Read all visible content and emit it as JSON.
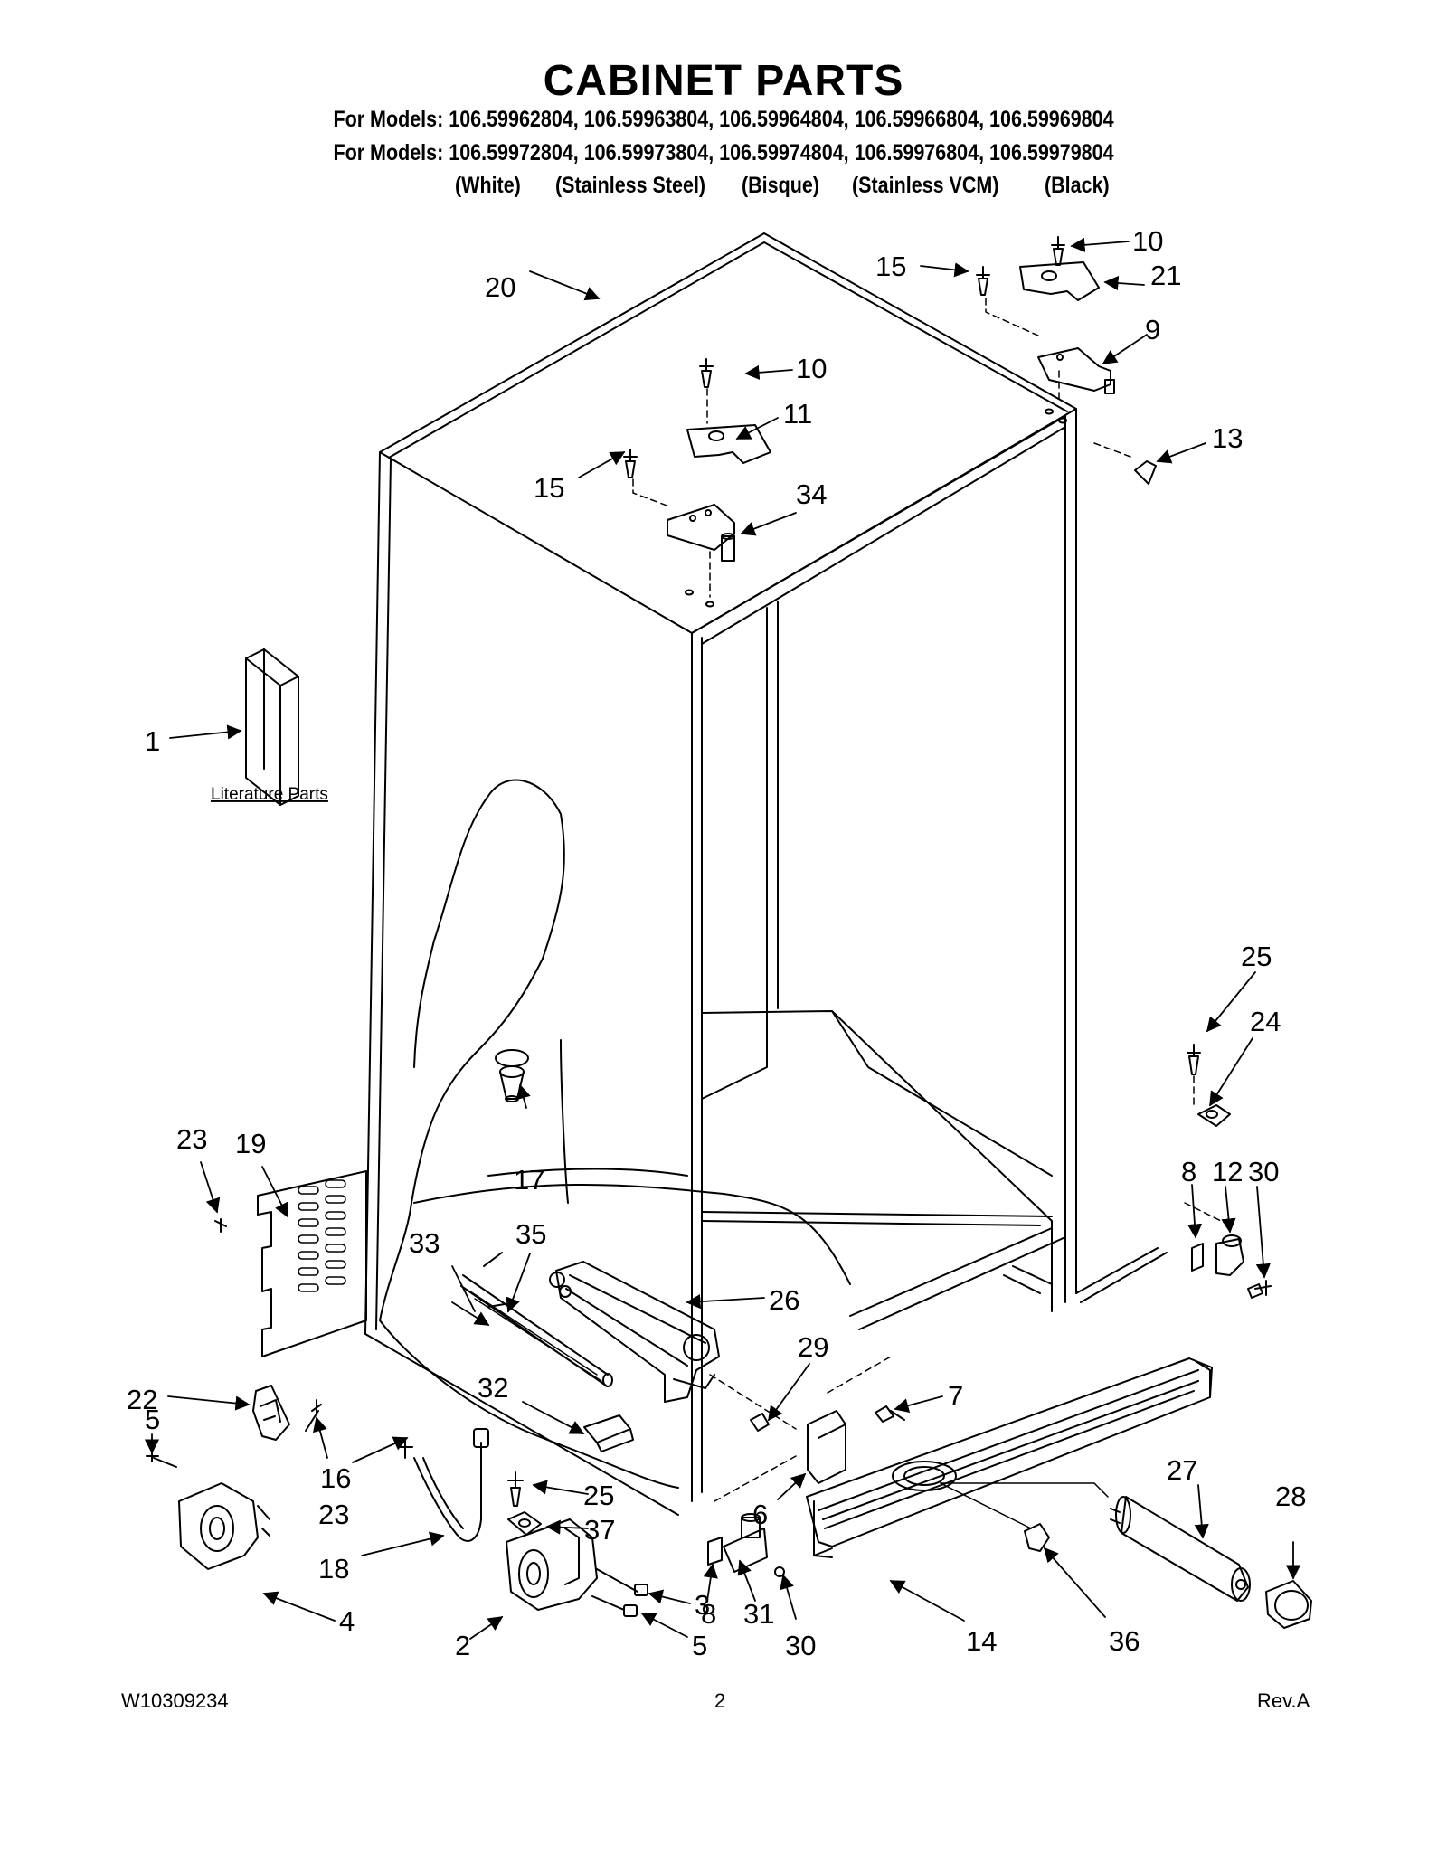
{
  "header": {
    "title": "CABINET PARTS",
    "models_line_1": "For Models: 106.59962804, 106.59963804, 106.59964804, 106.59966804, 106.59969804",
    "models_line_2": "For Models: 106.59972804, 106.59973804, 106.59974804, 106.59976804, 106.59979804",
    "variants": [
      "(White)",
      "(Stainless Steel)",
      "(Bisque)",
      "(Stainless VCM)",
      "(Black)"
    ]
  },
  "diagram": {
    "literature_label": "Literature Parts",
    "callouts": [
      "1",
      "2",
      "3",
      "4",
      "5",
      "5",
      "6",
      "7",
      "8",
      "8",
      "9",
      "10",
      "10",
      "11",
      "12",
      "13",
      "14",
      "15",
      "15",
      "16",
      "17",
      "18",
      "19",
      "20",
      "21",
      "22",
      "23",
      "23",
      "24",
      "25",
      "25",
      "26",
      "27",
      "28",
      "29",
      "30",
      "30",
      "31",
      "32",
      "33",
      "34",
      "35",
      "36",
      "37"
    ]
  },
  "footer": {
    "doc_number": "W10309234",
    "page_number": "2",
    "revision": "Rev.A"
  }
}
